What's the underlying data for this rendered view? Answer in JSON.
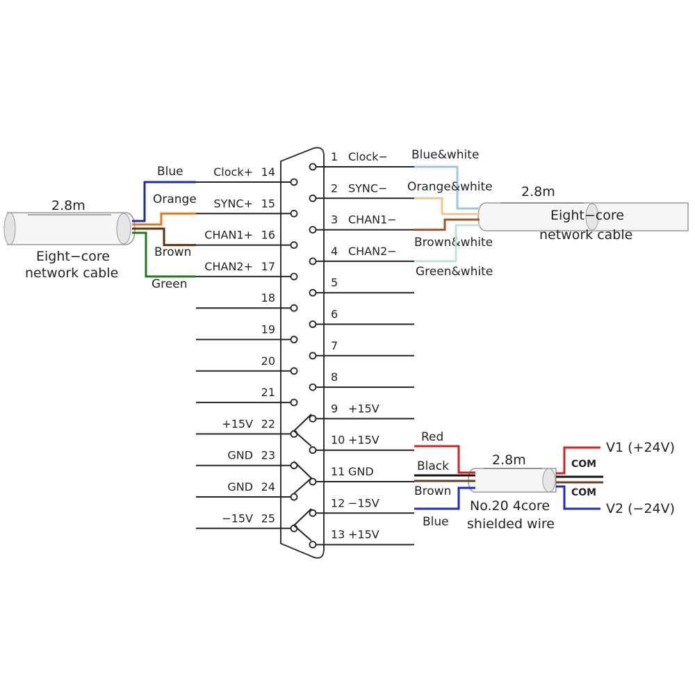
{
  "connector": {
    "left_pins": [
      {
        "num": "14",
        "signal": "Clock+"
      },
      {
        "num": "15",
        "signal": "SYNC+"
      },
      {
        "num": "16",
        "signal": "CHAN1+"
      },
      {
        "num": "17",
        "signal": "CHAN2+"
      },
      {
        "num": "18",
        "signal": ""
      },
      {
        "num": "19",
        "signal": ""
      },
      {
        "num": "20",
        "signal": ""
      },
      {
        "num": "21",
        "signal": ""
      },
      {
        "num": "22",
        "signal": "+15V"
      },
      {
        "num": "23",
        "signal": "GND"
      },
      {
        "num": "24",
        "signal": "GND"
      },
      {
        "num": "25",
        "signal": "−15V"
      }
    ],
    "right_pins": [
      {
        "num": "1",
        "signal": "Clock−"
      },
      {
        "num": "2",
        "signal": "SYNC−"
      },
      {
        "num": "3",
        "signal": "CHAN1−"
      },
      {
        "num": "4",
        "signal": "CHAN2−"
      },
      {
        "num": "5",
        "signal": ""
      },
      {
        "num": "6",
        "signal": ""
      },
      {
        "num": "7",
        "signal": ""
      },
      {
        "num": "8",
        "signal": ""
      },
      {
        "num": "9",
        "signal": "+15V"
      },
      {
        "num": "10",
        "signal": "+15V"
      },
      {
        "num": "11",
        "signal": "GND"
      },
      {
        "num": "12",
        "signal": "−15V"
      },
      {
        "num": "13",
        "signal": "+15V"
      }
    ]
  },
  "left_cable": {
    "length": "2.8m",
    "name_line1": "Eight−core",
    "name_line2": "network cable",
    "wires": [
      {
        "label": "Blue",
        "color": "#1f2a9e"
      },
      {
        "label": "Orange",
        "color": "#e07b1a"
      },
      {
        "label": "Brown",
        "color": "#5a3210"
      },
      {
        "label": "Green",
        "color": "#1f7a1f"
      }
    ]
  },
  "right_cable": {
    "length": "2.8m",
    "name_line1": "Eight−core",
    "name_line2": "network cable",
    "wires": [
      {
        "label": "Blue&white",
        "color": "#9cc8e8"
      },
      {
        "label": "Orange&white",
        "color": "#f2c38c"
      },
      {
        "label": "Brown&white",
        "color": "#a0522d"
      },
      {
        "label": "Green&white",
        "color": "#bfe3d0"
      }
    ]
  },
  "power_cable": {
    "length": "2.8m",
    "name_line1": "No.20 4core",
    "name_line2": "shielded wire",
    "wires": [
      {
        "label": "Red",
        "color": "#d42020"
      },
      {
        "label": "Black",
        "color": "#111111"
      },
      {
        "label": "Brown",
        "color": "#6b3a1a"
      },
      {
        "label": "Blue",
        "color": "#1a2ad0"
      }
    ],
    "outputs": {
      "v1": "V1 (+24V)",
      "com1": "COM",
      "com2": "COM",
      "v2": "V2 (−24V)"
    }
  }
}
